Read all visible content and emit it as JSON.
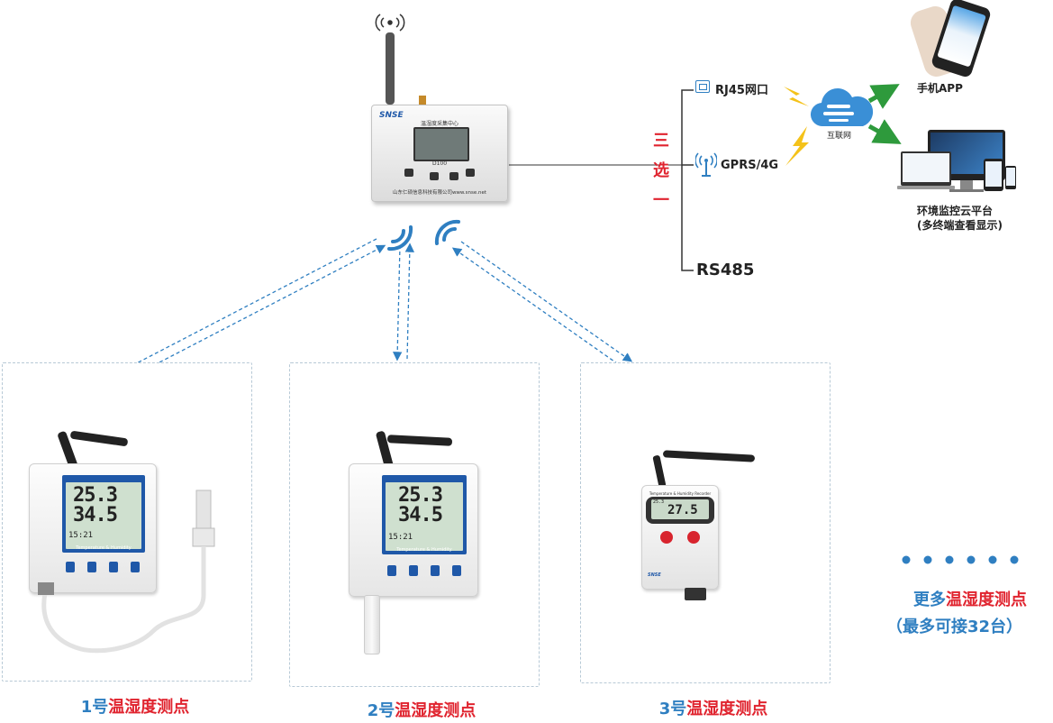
{
  "hub": {
    "brand": "SNSE",
    "title": "温湿度采集中心",
    "model": "D100",
    "company": "山东仁硕信息科技有限公司www.snse.net"
  },
  "choice": {
    "c1": "三",
    "c2": "选",
    "c3": "一"
  },
  "connections": {
    "rj45": "RJ45网口",
    "gprs": "GPRS/4G",
    "rs485": "RS485"
  },
  "cloud": {
    "label": "互联网"
  },
  "outputs": {
    "app": "手机APP",
    "platform_line1": "环境监控云平台",
    "platform_line2": "(多终端查看显示)"
  },
  "sensors": [
    {
      "num": "1号",
      "name": "温湿度测点",
      "temp": "25.3",
      "hum": "34.5",
      "time": "15:21",
      "strip": "Temperature & Humidity"
    },
    {
      "num": "2号",
      "name": "温湿度测点",
      "temp": "25.3",
      "hum": "34.5",
      "time": "15:21",
      "strip": "Temperature & Humidity"
    },
    {
      "num": "3号",
      "name": "温湿度测点",
      "value": "27.5",
      "top": "25.3",
      "header": "Temperature & Humidity Recorder",
      "brand": "SNSE"
    }
  ],
  "more": {
    "prefix": "更多",
    "highlight": "温湿度测点",
    "line2": "（最多可接32台）"
  },
  "colors": {
    "blue": "#2f7fc1",
    "red": "#e0242f",
    "green": "#2e9a3c",
    "lcd": "#1f58a8",
    "lightning": "#f4c21a"
  }
}
